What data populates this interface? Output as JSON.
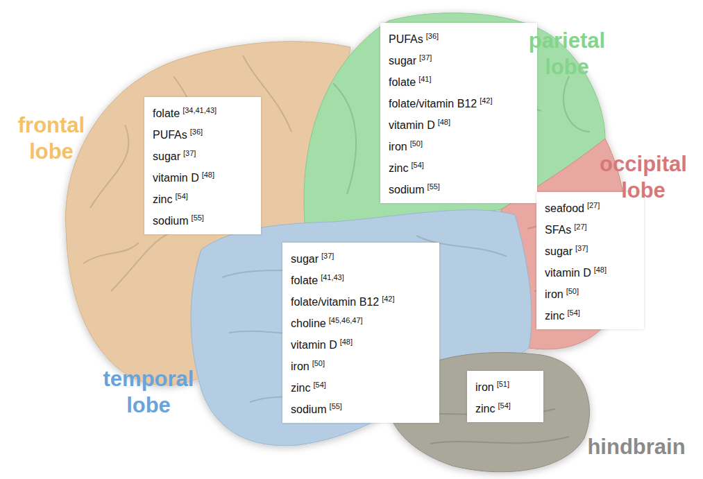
{
  "diagram": {
    "nodes": [
      {
        "text": [
          "folate",
          "[34,41,43]",
          "PUFAs",
          "[36]",
          "sugar",
          "[37]",
          "vitamin D",
          "[48]",
          "zinc",
          "[54]",
          "sodium",
          "[55]"
        ]
      },
      {
        "text": [
          "PUFAs",
          "[36]",
          "sugar",
          "[37]",
          "folate",
          "[41]",
          "folate/vitamin B12",
          "[42]",
          "vitamin D",
          "[48]",
          "iron",
          "[50]",
          "zinc",
          "[54]",
          "sodium",
          "[55]"
        ]
      },
      {
        "text": [
          "seafood",
          "[27]",
          "SFAs",
          "[27]",
          "sugar",
          "[37]",
          "vitamin D",
          "[48]",
          "iron",
          "[50]",
          "zinc",
          "[54]"
        ]
      },
      {
        "text": [
          "sugar",
          "[37]",
          "folate",
          "[41,43]",
          "folate/vitamin B12",
          "[42]",
          "choline",
          "[45,46,47]",
          "vitamin D",
          "[48]",
          "iron",
          "[50]",
          "zinc",
          "[54]",
          "sodium",
          "[55]"
        ]
      },
      {
        "text": [
          "iron",
          "[51]",
          "zinc",
          "[54]"
        ]
      }
    ],
    "labels": [
      "frontal lobe",
      "parietal lobe",
      "occipital lobe",
      "temporal lobe",
      "hindbrain"
    ]
  }
}
